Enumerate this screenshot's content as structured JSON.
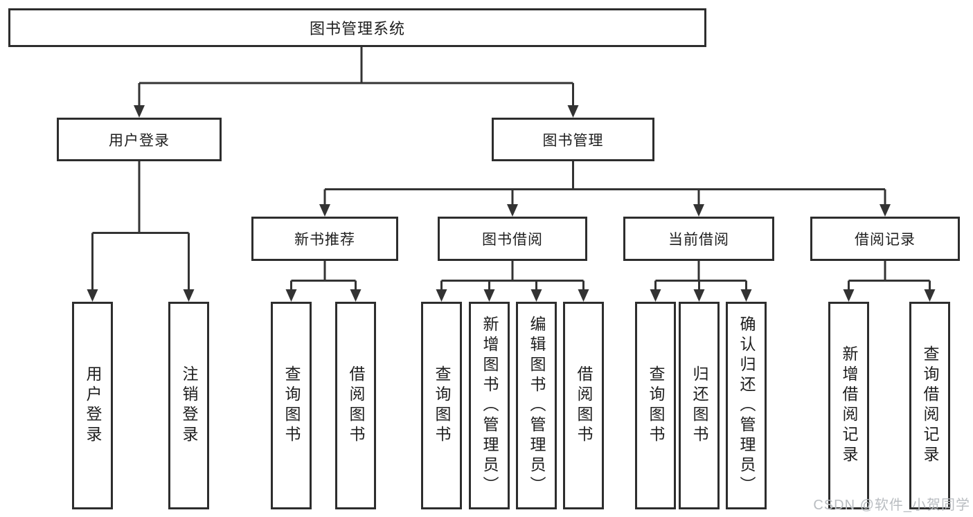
{
  "diagram": {
    "root": {
      "label": "图书管理系统",
      "children": [
        {
          "label": "用户登录",
          "children": [
            {
              "label": "用户登录"
            },
            {
              "label": "注销登录"
            }
          ]
        },
        {
          "label": "图书管理",
          "children": [
            {
              "label": "新书推荐",
              "children": [
                {
                  "label": "查询图书"
                },
                {
                  "label": "借阅图书"
                }
              ]
            },
            {
              "label": "图书借阅",
              "children": [
                {
                  "label": "查询图书"
                },
                {
                  "label": "新增图书（管理员）"
                },
                {
                  "label": "编辑图书（管理员）"
                },
                {
                  "label": "借阅图书"
                }
              ]
            },
            {
              "label": "当前借阅",
              "children": [
                {
                  "label": "查询图书"
                },
                {
                  "label": "归还图书"
                },
                {
                  "label": "确认归还（管理员）"
                }
              ]
            },
            {
              "label": "借阅记录",
              "children": [
                {
                  "label": "新增借阅记录"
                },
                {
                  "label": "查询借阅记录"
                }
              ]
            }
          ]
        }
      ]
    },
    "line_color": "#333333",
    "border_color": "#2d2d2d",
    "text_color": "#1e1e1e"
  },
  "watermark": {
    "text": "CSDN @软件_小贺同学"
  }
}
